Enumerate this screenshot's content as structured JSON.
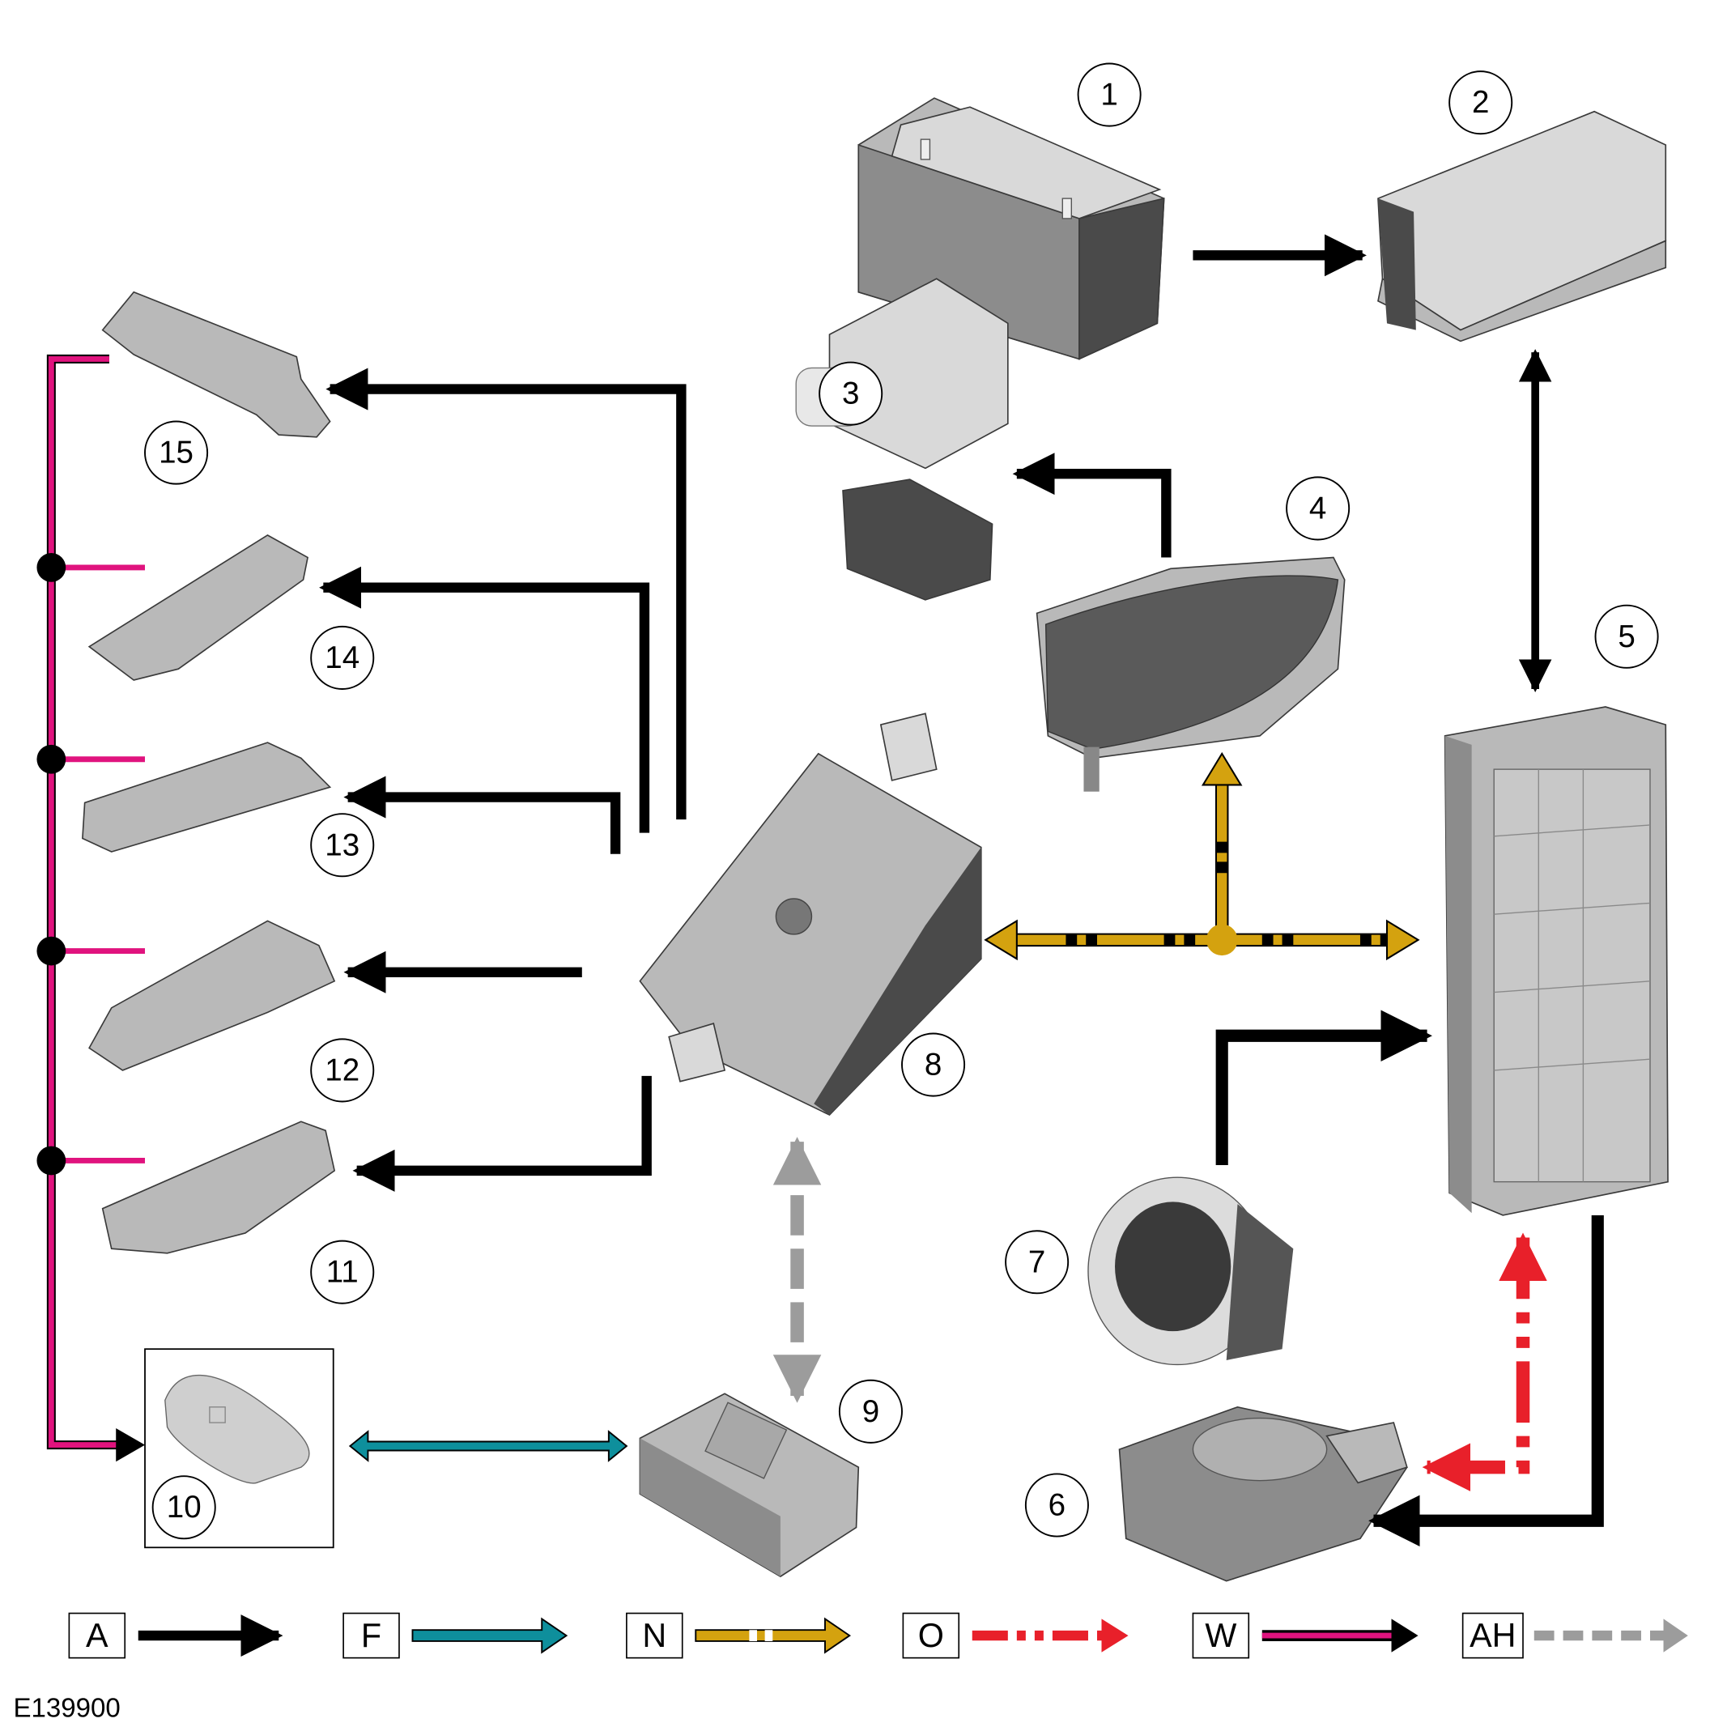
{
  "diagram": {
    "reference_code": "E139900",
    "components": [
      {
        "id": "1",
        "label": "1",
        "depiction": "battery"
      },
      {
        "id": "2",
        "label": "2",
        "depiction": "battery junction box"
      },
      {
        "id": "3",
        "label": "3",
        "depiction": "starter motor / solenoid"
      },
      {
        "id": "4",
        "label": "4",
        "depiction": "instrument cluster"
      },
      {
        "id": "5",
        "label": "5",
        "depiction": "central junction box"
      },
      {
        "id": "6",
        "label": "6",
        "depiction": "ignition / start module"
      },
      {
        "id": "7",
        "label": "7",
        "depiction": "start/stop button"
      },
      {
        "id": "8",
        "label": "8",
        "depiction": "keyless vehicle module"
      },
      {
        "id": "9",
        "label": "9",
        "depiction": "receiver module"
      },
      {
        "id": "10",
        "label": "10",
        "depiction": "smart key fob"
      },
      {
        "id": "11",
        "label": "11",
        "depiction": "antenna"
      },
      {
        "id": "12",
        "label": "12",
        "depiction": "antenna"
      },
      {
        "id": "13",
        "label": "13",
        "depiction": "antenna"
      },
      {
        "id": "14",
        "label": "14",
        "depiction": "antenna"
      },
      {
        "id": "15",
        "label": "15",
        "depiction": "antenna"
      }
    ],
    "connections": [
      {
        "from": "1",
        "to": "2",
        "type": "A"
      },
      {
        "from": "2",
        "to": "5",
        "type": "A",
        "bidirectional": true
      },
      {
        "from": "4",
        "to": "3",
        "type": "A"
      },
      {
        "from": "8",
        "to": "15",
        "type": "A"
      },
      {
        "from": "8",
        "to": "14",
        "type": "A"
      },
      {
        "from": "8",
        "to": "13",
        "type": "A"
      },
      {
        "from": "8",
        "to": "12",
        "type": "A"
      },
      {
        "from": "8",
        "to": "11",
        "type": "A"
      },
      {
        "from": "8",
        "to": "4",
        "type": "N",
        "bus": true
      },
      {
        "from": "8",
        "to": "5",
        "type": "N",
        "bus": true
      },
      {
        "from": "7",
        "to": "5",
        "type": "A"
      },
      {
        "from": "5",
        "to": "6",
        "type": "A"
      },
      {
        "from": "6",
        "to": "5",
        "type": "O",
        "bidirectional": true
      },
      {
        "from": "8",
        "to": "9",
        "type": "AH",
        "bidirectional": true
      },
      {
        "from": "10",
        "to": "9",
        "type": "F",
        "bidirectional": true
      },
      {
        "from": "11-15",
        "to": "10",
        "type": "W"
      }
    ],
    "legend": [
      {
        "code": "A",
        "color": "#000000",
        "style": "solid"
      },
      {
        "code": "F",
        "color": "#0e8f9c",
        "style": "solid-outlined"
      },
      {
        "code": "N",
        "color": "#d4a20f",
        "style": "outlined-with-white-gaps"
      },
      {
        "code": "O",
        "color": "#e8202a",
        "style": "dash-dot-dot"
      },
      {
        "code": "W",
        "color": "#e0137e",
        "style": "pink-with-black-outline"
      },
      {
        "code": "AH",
        "color": "#9c9c9c",
        "style": "dashed"
      }
    ]
  }
}
